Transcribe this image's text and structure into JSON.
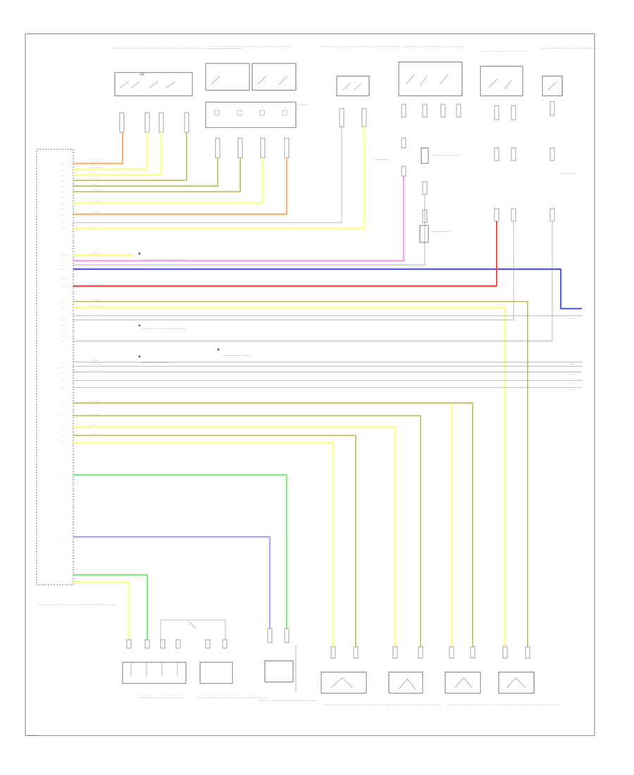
{
  "colors": {
    "yellow": "#ffff80",
    "olive": "#c8c87a",
    "orange": "#ffb070",
    "pink": "#ff9ee6",
    "blue": "#5a5aff",
    "red": "#ff4a4a",
    "green": "#80ee80",
    "lavender": "#a8a8ff",
    "grey": "#a0a0a0",
    "frame": "#555555"
  },
  "footer_code": "~~~~~",
  "components": [
    {
      "id": "rh-door-switch",
      "label": "~~~~~ ~~~~ ~~~ ~~~~~ ~~~~ ~~~~~~~~ ~~~~~~~~ ~~~~~ ~~~~~~ ~~~ ~~~~~~~~~"
    },
    {
      "id": "seat-belt-sensor",
      "label": "~~~ ~~~~~ ~~~~~ ~~~~ ~~~~~ ~~~ ~~~~~~ ~~~~~~"
    },
    {
      "id": "lh-door-switch",
      "label": "~~~~ ~~~~~ ~~~ ~~~~~~ ~~~~~ ~~~~~~~ ~~~~~~~"
    },
    {
      "id": "left-side-unit",
      "label": "~~~~ ~~~ ~~~~ ~~~~~~ ~~~~~ ~~~~~~~"
    },
    {
      "id": "relay-unit",
      "label": "~~~~ ~~~~ ~~~ ~~~~~ ~~~~~~"
    },
    {
      "id": "passenger-unit",
      "label": "~~~ ~~~~~~~ ~~~~ ~~~~ ~~~~~~~~~"
    },
    {
      "id": "airbag-module",
      "label": "~~~~~~ ~~~~~~~ ~~~~~~ ~~~~~ ~~~~~ ~~~~ ~~~~"
    },
    {
      "id": "left-seat-switch",
      "label": "~~~~ ~~~~ ~~~~~ ~~~~~ ~~ ~~"
    },
    {
      "id": "left-rear-switch",
      "label": "~~~~ ~~~ ~~~~ ~~~~~ ~~~~~ ~~~ ~~~~~ ~~~~"
    },
    {
      "id": "left-front-sensor",
      "label": "~~~~ ~~~~~ ~~~~ ~~~~~ ~~~~~ ~~~~~"
    },
    {
      "id": "left-front-belt",
      "label": "~~~~ ~~~~~ ~~~~ ~~~~~~~ ~~~~~~ ~~~ ~~"
    },
    {
      "id": "left-curtain",
      "label": "~~~~ ~~~~~~~ ~~~~~~~~ ~~~~~~~"
    },
    {
      "id": "left-side-airbag",
      "label": "~~~~ ~~~~ ~~~~~~ ~~~~~~~~ ~~~~"
    },
    {
      "id": "lower-knee",
      "label": "~~~~~ ~~~~ ~~~~~~ ~~~~~~ ~~ ~~~"
    }
  ],
  "notes": {
    "fuse": "~~~~ ~~~",
    "coil": "~~~~ ~~~~~~ ~~~~",
    "fuse-right": "~~~~ ~~~~",
    "ground-note": "~~~~~ ~~~~",
    "bus-note-1": "~~~ ~~~~ ~~~~~ ~~ ~~~~~~",
    "bus-note-2": "~~~ ~~~~ ~~~~~ ~~ ~~~~~~",
    "bus-note-3": "~~~~~~ ~~~~~~~",
    "bus-note-4": "~~~~ ~~~~~ ~~~~"
  },
  "pins_left": [
    "~~~",
    "~~",
    "~~",
    "~~",
    "~~",
    "~~",
    "~~",
    "~~",
    "~~",
    "~~~",
    "~~",
    "~~~",
    "~~~",
    "~~~",
    "~~~",
    "~~",
    "~~~",
    "~~~",
    "~~",
    "~~",
    "~~~",
    "~~~",
    "~~~",
    "~~~",
    "~~~",
    "~~",
    "~~",
    "~~",
    "~~",
    "~~",
    "~~",
    "~~",
    "~~",
    "~~",
    "~~",
    "~~",
    "~~",
    "~~"
  ],
  "wire_labels": [
    "~~~~~~",
    "~~~~~~",
    "~~~",
    "~~~~~",
    "~~~",
    "~~~~~",
    "~~~~~",
    "~~~~~",
    "~~~",
    "~~~~",
    "~~~~",
    "~~~~",
    "~~~~~",
    "~~~~~",
    "~~~~~",
    "~~~~",
    "~~~~",
    "~~~~~",
    "~~~~~",
    "~~~~",
    "~~~~",
    "~~~",
    "~~~"
  ],
  "right_tags": [
    "~~~~",
    "~~~~",
    "~~~~",
    "~~~~",
    "~~~~"
  ],
  "chart_data": []
}
